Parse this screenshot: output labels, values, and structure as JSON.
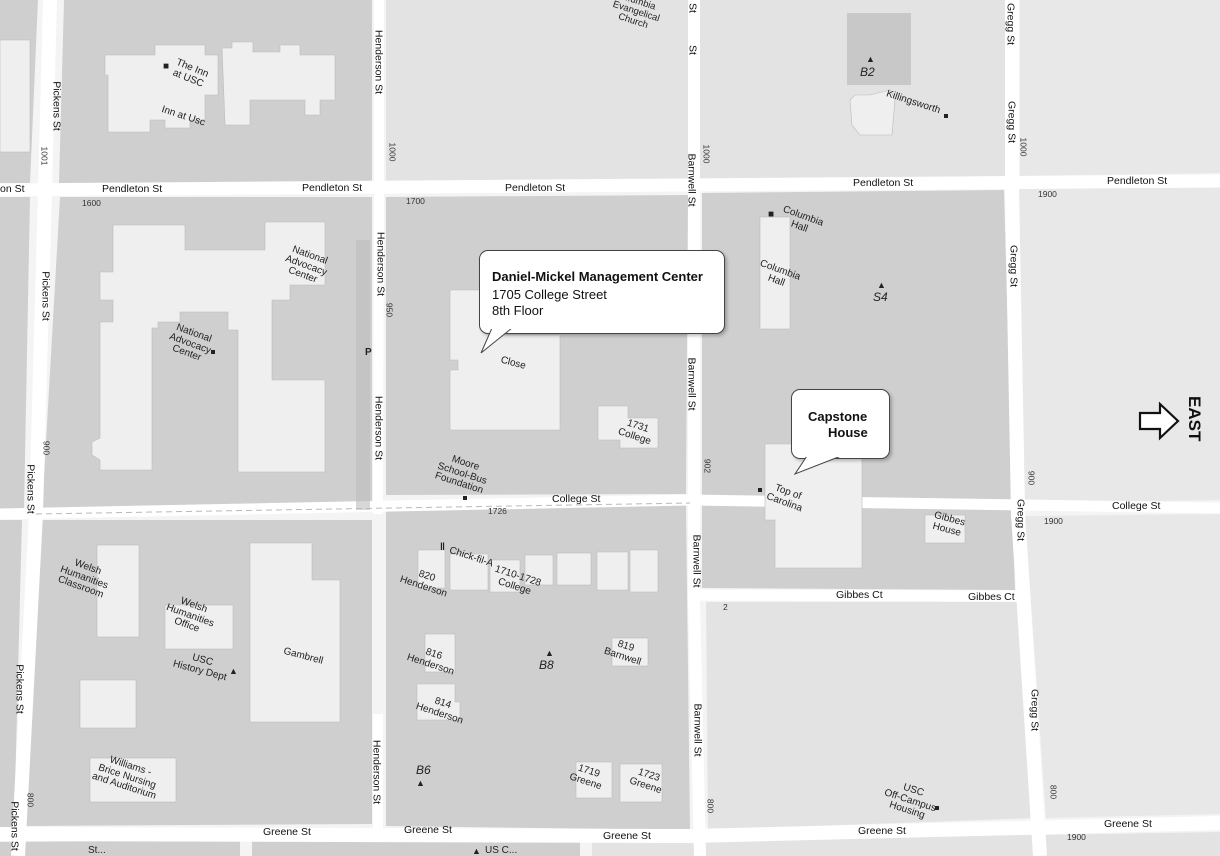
{
  "streets": {
    "pendleton": "Pendleton St",
    "pendleton_cut": "on St",
    "college": "College St",
    "greene": "Greene St",
    "gibbes": "Gibbes Ct",
    "pickens": "Pickens St",
    "henderson": "Henderson St",
    "barnwell": "Barnwell St",
    "barnwell_cut": "St",
    "gregg": "Gregg St"
  },
  "address_numbers": {
    "n1001": "1001",
    "n1600": "1600",
    "n1000a": "1000",
    "n1700": "1700",
    "n1000b": "1000",
    "n1000c": "1000",
    "n1900a": "1900",
    "n950": "950",
    "n900a": "900",
    "n902": "902",
    "n1726": "1726",
    "n900b": "900",
    "n1900b": "1900",
    "n2": "2",
    "n800a": "800",
    "n800b": "800",
    "n800c": "800",
    "n1900c": "1900"
  },
  "places": {
    "inn_usc_1": "The Inn\nat USC",
    "inn_usc_2": "Inn at Usc",
    "church": "...umbia\nEvangelical\nChurch",
    "b2": "B2",
    "killingsworth": "Killingsworth",
    "national_advocacy_1": "National\nAdvocacy\nCenter",
    "national_advocacy_2": "National\nAdvocacy\nCenter",
    "close": "Close",
    "college_1731": "1731\nCollege",
    "columbia_hall_1": "Columbia\nHall",
    "columbia_hall_2": "Columbia\nHall",
    "s4": "S4",
    "moore": "Moore\nSchool-Bus\nFoundation",
    "top_of_carolina": "Top of\nCarolina",
    "gibbes_house": "Gibbes\nHouse",
    "chick_fil_a": "Chick-fil-A",
    "henderson_820": "820\nHenderson",
    "college_1710": "1710-1728\nCollege",
    "welsh_classroom": "Welsh\nHumanities\nClassroom",
    "welsh_office": "Welsh\nHumanities\nOffice",
    "usc_history": "USC\nHistory Dept",
    "gambrell": "Gambrell",
    "henderson_816": "816\nHenderson",
    "b8": "B8",
    "barnwell_819": "819\nBarnwell",
    "henderson_814": "814\nHenderson",
    "williams_brice": "Williams -\nBrice Nursing\nand Auditorium",
    "b6": "B6",
    "greene_1719": "1719\nGreene",
    "greene_1723": "1723\nGreene",
    "usc_offcampus": "USC\nOff-Campus\nHousing",
    "us_cut": "US C...",
    "st_cut": "St..."
  },
  "callouts": {
    "dmmc": {
      "title": "Daniel-Mickel Management Center",
      "line1": "1705 College Street",
      "line2": "8th Floor"
    },
    "capstone": {
      "line1": "Capstone",
      "line2": "House"
    }
  },
  "direction": {
    "label": "EAST"
  },
  "colors": {
    "block": "#cdcdcd",
    "building": "#efefef",
    "road": "#ffffff",
    "page": "#f2f2f2",
    "block_light": "#e2e2e2"
  }
}
